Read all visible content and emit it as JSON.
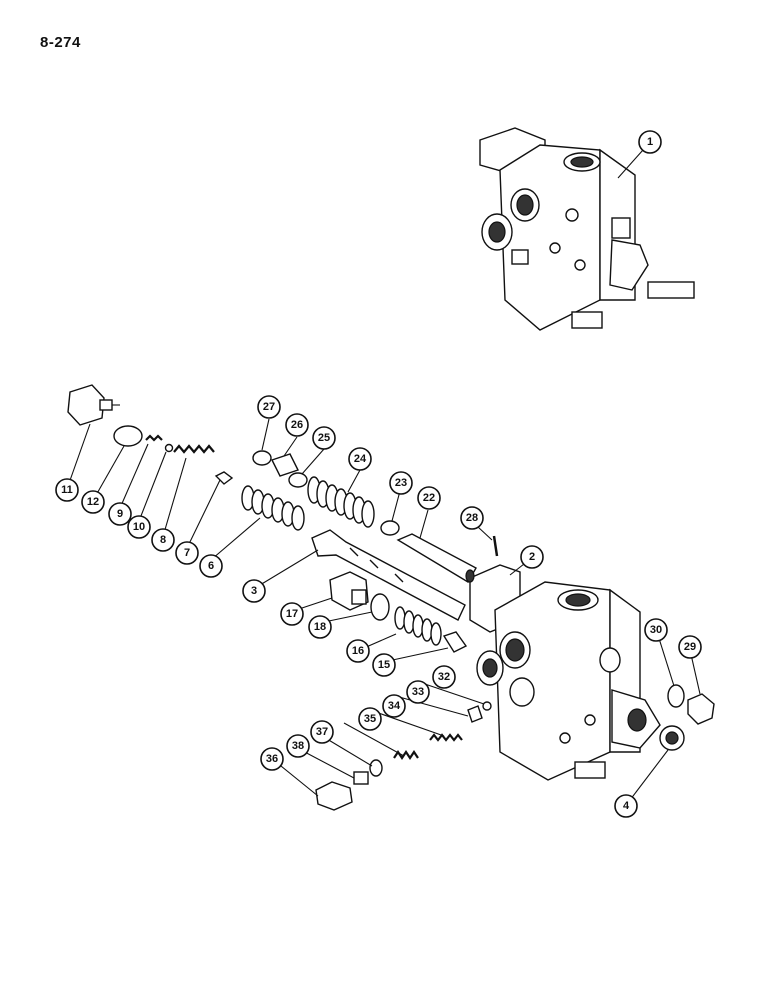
{
  "page_number": "8-274",
  "callouts": [
    {
      "id": "1"
    },
    {
      "id": "2"
    },
    {
      "id": "3"
    },
    {
      "id": "4"
    },
    {
      "id": "6"
    },
    {
      "id": "7"
    },
    {
      "id": "8"
    },
    {
      "id": "9"
    },
    {
      "id": "10"
    },
    {
      "id": "11"
    },
    {
      "id": "12"
    },
    {
      "id": "15"
    },
    {
      "id": "16"
    },
    {
      "id": "17"
    },
    {
      "id": "18"
    },
    {
      "id": "22"
    },
    {
      "id": "23"
    },
    {
      "id": "24"
    },
    {
      "id": "25"
    },
    {
      "id": "26"
    },
    {
      "id": "27"
    },
    {
      "id": "28"
    },
    {
      "id": "29"
    },
    {
      "id": "30"
    },
    {
      "id": "32"
    },
    {
      "id": "33"
    },
    {
      "id": "34"
    },
    {
      "id": "35"
    },
    {
      "id": "36"
    },
    {
      "id": "37"
    },
    {
      "id": "38"
    }
  ]
}
